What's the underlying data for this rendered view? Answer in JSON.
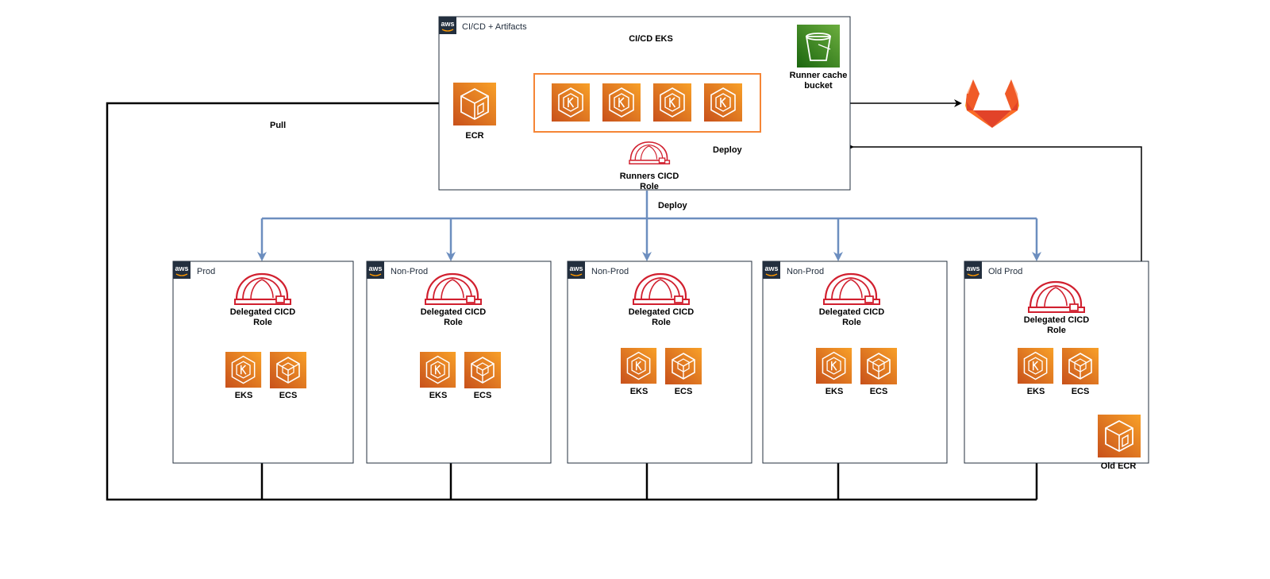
{
  "top_account": {
    "title": "CI/CD + Artifacts",
    "eks_cluster_label": "CI/CD EKS",
    "ecr_label": "ECR",
    "runners_role_line1": "Runners CICD",
    "runners_role_line2": "Role",
    "deploy_label": "Deploy",
    "cache_line1": "Runner cache",
    "cache_line2": "bucket"
  },
  "edge_labels": {
    "pull": "Pull",
    "deploy": "Deploy"
  },
  "aws_badge": "aws",
  "accounts": [
    {
      "name": "Prod",
      "role_line1": "Delegated CICD",
      "role_line2": "Role",
      "eks": "EKS",
      "ecs": "ECS"
    },
    {
      "name": "Non-Prod",
      "role_line1": "Delegated CICD",
      "role_line2": "Role",
      "eks": "EKS",
      "ecs": "ECS"
    },
    {
      "name": "Non-Prod",
      "role_line1": "Delegated CICD",
      "role_line2": "Role",
      "eks": "EKS",
      "ecs": "ECS"
    },
    {
      "name": "Non-Prod",
      "role_line1": "Delegated CICD",
      "role_line2": "Role",
      "eks": "EKS",
      "ecs": "ECS"
    },
    {
      "name": "Old Prod",
      "role_line1": "Delegated CICD",
      "role_line2": "Role",
      "eks": "EKS",
      "ecs": "ECS",
      "old_ecr": "Old ECR"
    }
  ],
  "colors": {
    "aws_orange": "#e8720c",
    "aws_orange_light": "#f59c2a",
    "s3_green": "#3f8624",
    "iam_red": "#d1202f",
    "flow_blue": "#6c8ebf",
    "border": "#232f3e",
    "gitlab_a": "#e24329",
    "gitlab_b": "#fc6d26",
    "gitlab_c": "#fca326"
  },
  "icons": {
    "ecr": "ecr-icon",
    "eks_node": "eks-icon",
    "ecs": "ecs-icon",
    "iam_role": "iam-role-helmet-icon",
    "s3": "s3-bucket-icon",
    "gitlab": "gitlab-icon",
    "aws": "aws-logo-icon"
  }
}
